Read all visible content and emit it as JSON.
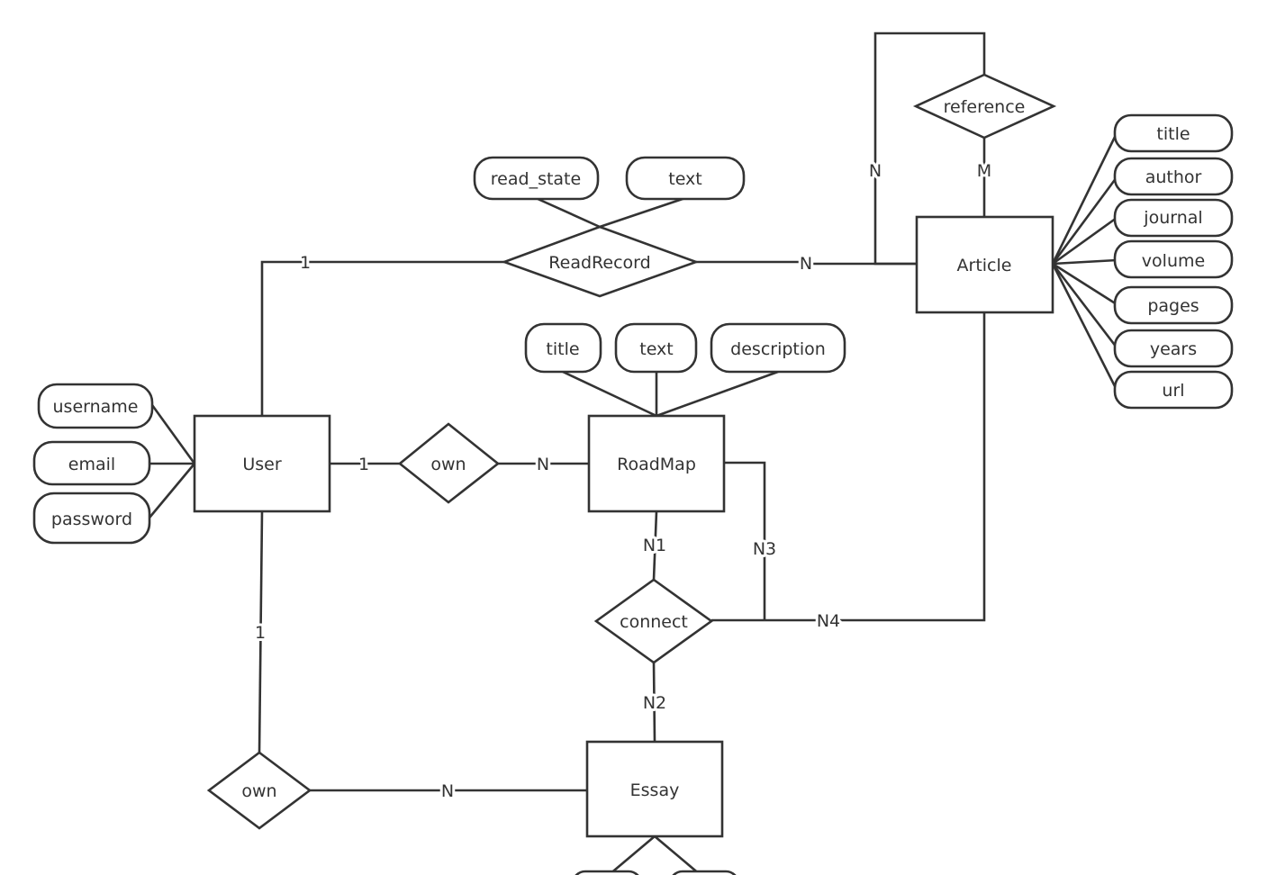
{
  "colors": {
    "stroke": "#333333",
    "fill": "#ffffff",
    "text": "#333333"
  },
  "entities": {
    "user": "User",
    "roadmap": "RoadMap",
    "article": "Article",
    "essay": "Essay"
  },
  "relationships": {
    "readrecord": "ReadRecord",
    "own_roadmap": "own",
    "own_essay": "own",
    "connect": "connect",
    "reference": "reference"
  },
  "attributes": {
    "user": [
      "username",
      "email",
      "password"
    ],
    "readrecord": [
      "read_state",
      "text"
    ],
    "roadmap": [
      "title",
      "text",
      "description"
    ],
    "article": [
      "title",
      "author",
      "journal",
      "volume",
      "pages",
      "years",
      "url"
    ]
  },
  "cardinalities": {
    "user_readrecord": "1",
    "readrecord_article": "N",
    "user_own_roadmap": "1",
    "own_roadmap_roadmap": "N",
    "user_own_essay": "1",
    "own_essay_essay": "N",
    "roadmap_connect": "N1",
    "connect_essay": "N2",
    "roadmap_connect_side": "N3",
    "connect_article": "N4",
    "reference_article_n": "N",
    "reference_article_m": "M"
  }
}
